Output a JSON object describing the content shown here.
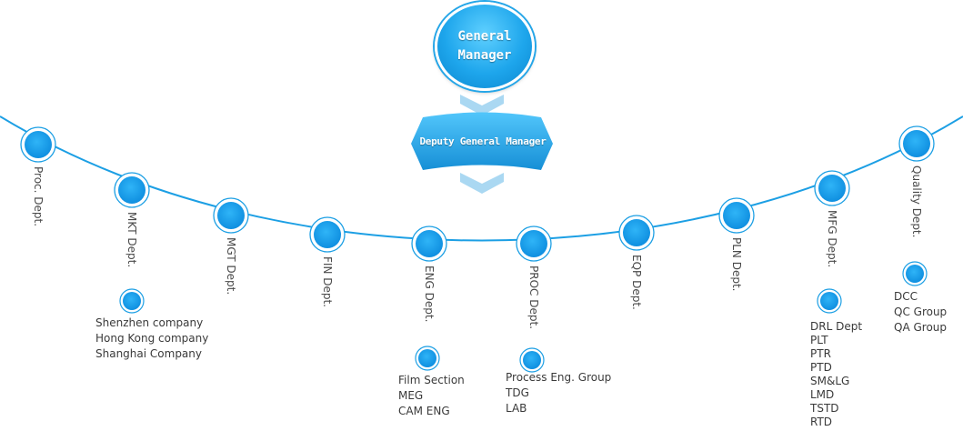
{
  "general_manager": {
    "label": "General\nManager"
  },
  "deputy_general_manager": {
    "label": "Deputy General Manager"
  },
  "colors": {
    "accent": "#1a9ee6",
    "line": "#1c9fe4",
    "arrow": "#aad8f2",
    "text": "#404040"
  },
  "departments": [
    {
      "label": "Proc. Dept.",
      "sub": []
    },
    {
      "label": "MKT Dept.",
      "sub": [
        "Shenzhen company",
        "Hong Kong company",
        "Shanghai Company"
      ]
    },
    {
      "label": "MGT Dept.",
      "sub": []
    },
    {
      "label": "FIN Dept.",
      "sub": []
    },
    {
      "label": "ENG Dept.",
      "sub": [
        "Film Section",
        "MEG",
        "CAM ENG"
      ]
    },
    {
      "label": "PROC Dept.",
      "sub": [
        "Process Eng. Group",
        "TDG",
        "LAB"
      ]
    },
    {
      "label": "EQP Dept.",
      "sub": []
    },
    {
      "label": "PLN Dept.",
      "sub": []
    },
    {
      "label": "MFG Dept.",
      "sub": [
        "DRL Dept",
        "PLT",
        "PTR",
        "PTD",
        "SM&LG",
        "LMD",
        "TSTD",
        "RTD"
      ]
    },
    {
      "label": "Quality Dept.",
      "sub": [
        "DCC",
        "QC Group",
        "QA Group"
      ]
    }
  ]
}
